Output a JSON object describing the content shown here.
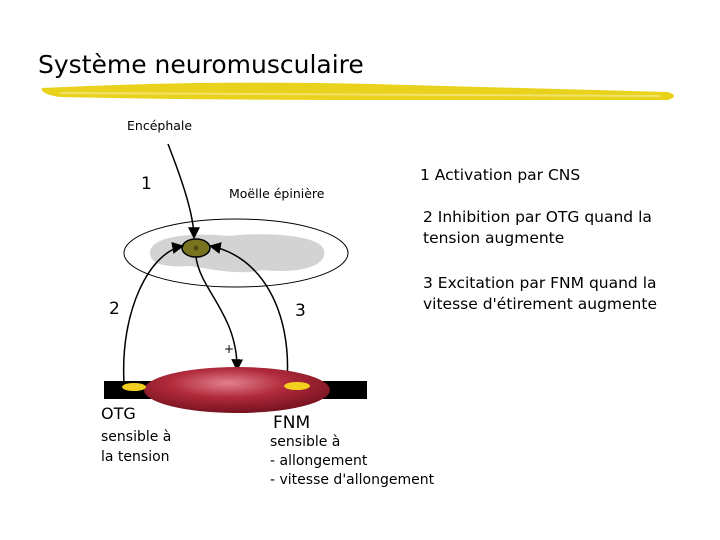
{
  "title": "Système neuromusculaire",
  "labels": {
    "encephale": "Encéphale",
    "moelle": "Moëlle épinière",
    "num1": "1",
    "num2": "2",
    "num3": "3",
    "plus": "+"
  },
  "legend": {
    "item1": "1  Activation par CNS",
    "item2": "2 Inhibition par OTG quand la tension augmente",
    "item3": "3 Excitation par FNM quand la vitesse d'étirement augmente"
  },
  "otg": {
    "title": "OTG",
    "desc": "sensible à la tension"
  },
  "fnm": {
    "title": "FNM",
    "line1": "sensible à",
    "line2": "- allongement",
    "line3": "- vitesse d'allongement"
  },
  "colors": {
    "highlighter": "#e8d21c",
    "muscle": "#b02a3a",
    "tendon": "#000000",
    "sensor": "#f3d020",
    "neuron_body": "#7a7420",
    "grey_matter": "#d3d3d3"
  }
}
